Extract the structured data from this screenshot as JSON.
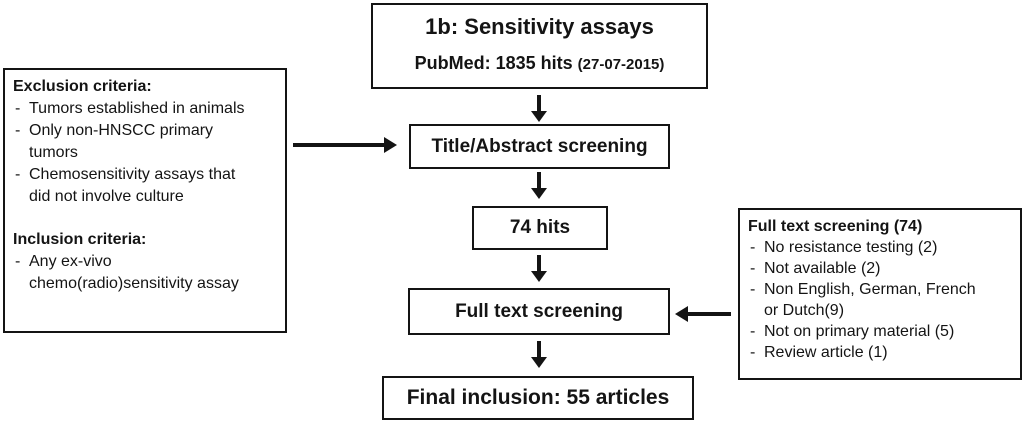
{
  "colors": {
    "background": "#ffffff",
    "ink": "#141414"
  },
  "bullet_char": "-",
  "diagram": {
    "top_box": {
      "title": "1b: Sensitivity assays",
      "subtitle": "PubMed: 1835 hits",
      "subtitle_date": "(27-07-2015)"
    },
    "flow_boxes": [
      {
        "label": "Title/Abstract screening"
      },
      {
        "label": "74 hits"
      },
      {
        "label": "Full text screening"
      },
      {
        "label": "Final inclusion: 55 articles"
      }
    ],
    "left_box": {
      "exclusion_heading": "Exclusion criteria:",
      "exclusion_items": [
        "Tumors established in animals",
        "Only non-HNSCC primary tumors",
        "Chemosensitivity assays that did not involve culture"
      ],
      "inclusion_heading": "Inclusion criteria:",
      "inclusion_items": [
        "Any ex-vivo chemo(radio)sensitivity assay"
      ]
    },
    "right_box": {
      "heading": "Full text screening (74)",
      "items": [
        "No resistance testing (2)",
        "Not available (2)",
        "Non English, German, French or Dutch(9)",
        "Not on primary material (5)",
        "Review article (1)"
      ]
    }
  }
}
